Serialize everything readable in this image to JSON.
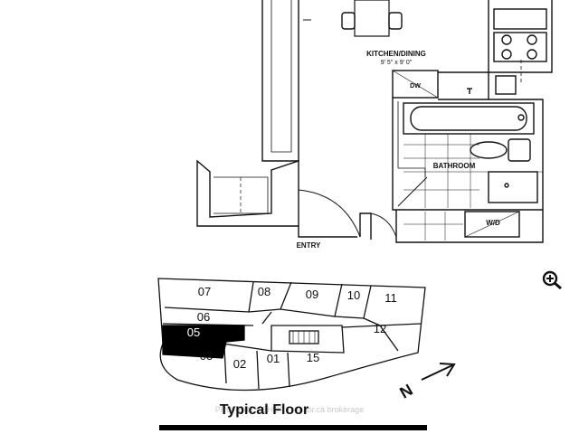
{
  "plan": {
    "kitchen_label": "KITCHEN/DINING",
    "kitchen_dims": "9' 5\" x 9' 0\"",
    "dw_label": "DW",
    "bathroom_label": "BATHROOM",
    "wd_label": "W/D",
    "entry_label": "ENTRY"
  },
  "keyplan": {
    "units": [
      "07",
      "08",
      "09",
      "10",
      "11",
      "06",
      "05",
      "12",
      "03",
      "02",
      "01",
      "15"
    ],
    "highlighted_unit": "05",
    "title": "Typical Floor",
    "north_label": "N"
  },
  "watermark": "PROPERTY SHOP | realtor.ca brokerage",
  "controls": {
    "zoom_icon": "zoom-in-icon"
  },
  "colors": {
    "line": "#111111",
    "highlight": "#000000",
    "background": "#ffffff"
  }
}
